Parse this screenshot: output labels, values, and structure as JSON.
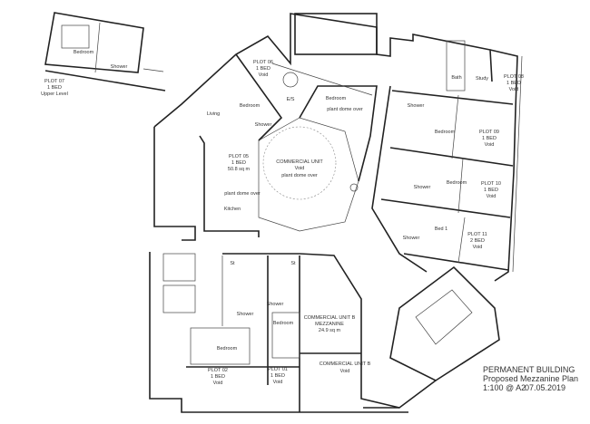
{
  "plot07": {
    "bedroom": "Bedroom",
    "shower": "Shower",
    "title": "PLOT 07",
    "beds": "1 BED",
    "level": "Upper Level"
  },
  "plot06": {
    "title": "PLOT 06",
    "beds": "1 BED",
    "status": "Void",
    "es": "E/S",
    "bedroom": "Bedroom",
    "plant": "plant dome over"
  },
  "plot05": {
    "bedroom": "Bedroom",
    "living": "Living",
    "shower": "Shower",
    "title": "PLOT 05",
    "beds": "1 BED",
    "area": "50.8 sq m",
    "kitchen": "Kitchen",
    "plant": "plant dome over"
  },
  "commercial_unit": {
    "title": "COMMERCIAL UNIT",
    "status": "Void",
    "plant": "plant dome over"
  },
  "plot08": {
    "bath": "Bath",
    "study": "Study",
    "title": "PLOT 08",
    "beds": "1 BED",
    "status": "Void"
  },
  "plot09": {
    "shower": "Shower",
    "bedroom": "Bedroom",
    "title": "PLOT 09",
    "beds": "1 BED",
    "status": "Void"
  },
  "plot10": {
    "shower": "Shower",
    "bedroom": "Bedroom",
    "title": "PLOT 10",
    "beds": "1 BED",
    "status": "Void"
  },
  "plot11": {
    "shower": "Shower",
    "bed1": "Bed 1",
    "title": "PLOT 11",
    "beds": "2 BED",
    "status": "Void"
  },
  "plot02": {
    "st": "St",
    "shower": "Shower",
    "bedroom": "Bedroom",
    "title": "PLOT 02",
    "beds": "1 BED",
    "status": "Void"
  },
  "plot01": {
    "st": "St",
    "shower": "Shower",
    "bedroom": "Bedroom",
    "title": "PLOT 01",
    "beds": "1 BED",
    "status": "Void"
  },
  "commercial_unit_b_mezz": {
    "line1": "COMMERCIAL UNIT B",
    "line2": "MEZZANINE",
    "area": "24.9 sq m"
  },
  "commercial_unit_b": {
    "title": "COMMERCIAL UNIT B",
    "status": "Void"
  },
  "title_block": {
    "line1": "PERMANENT BUILDING",
    "line2": "Proposed Mezzanine Plan",
    "scale": "1:100 @ A2",
    "date": "07.05.2019"
  }
}
